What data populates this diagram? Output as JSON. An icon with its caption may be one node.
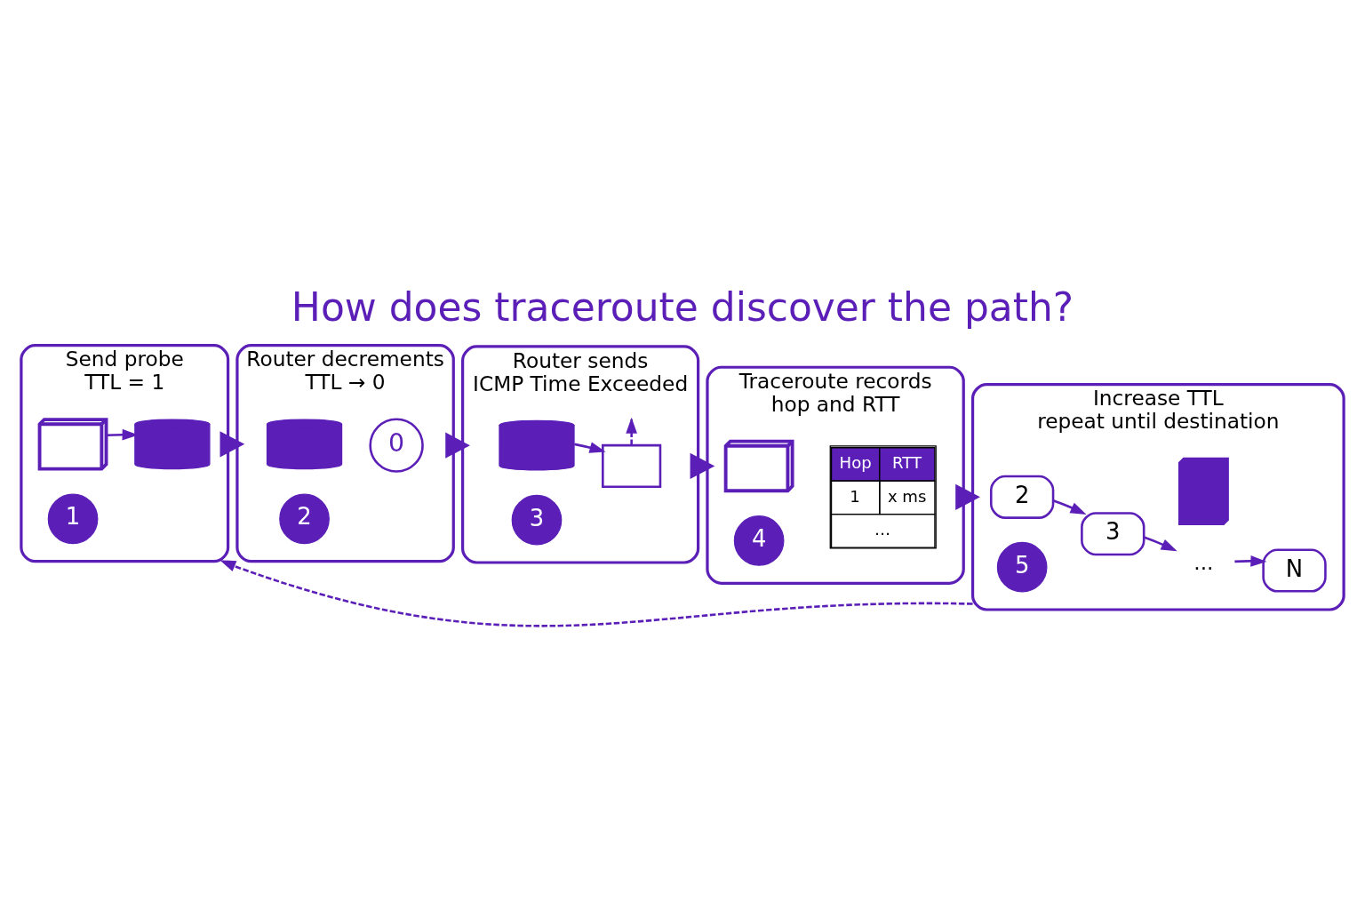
{
  "diagram": {
    "title": "How does traceroute discover the path?",
    "nodes": [
      {
        "text": [
          "Send probe",
          "TTL = 1"
        ]
      },
      {
        "text": [
          "1"
        ],
        "in": 0
      },
      {
        "text": [],
        "shape": "laptop",
        "in": 0
      },
      {
        "text": [],
        "shape": "router",
        "in": 0
      },
      {
        "text": [
          "Router decrements",
          "TTL → 0"
        ]
      },
      {
        "text": [
          "2"
        ],
        "in": 4
      },
      {
        "text": [],
        "shape": "router",
        "in": 4
      },
      {
        "text": [
          "0"
        ],
        "in": 4
      },
      {
        "text": [
          "Router sends",
          "ICMP Time Exceeded"
        ]
      },
      {
        "text": [
          "3"
        ],
        "in": 8
      },
      {
        "text": [],
        "shape": "router",
        "in": 8
      },
      {
        "text": [],
        "shape": "envelope",
        "in": 8
      },
      {
        "text": [
          "Traceroute records",
          "hop and RTT"
        ]
      },
      {
        "text": [
          "4"
        ],
        "in": 12
      },
      {
        "text": [],
        "shape": "laptop",
        "in": 12
      },
      {
        "text": [
          "Hop",
          "RTT",
          "1",
          "x ms",
          "…"
        ],
        "in": 12
      },
      {
        "text": [
          "Increase TTL",
          "repeat until destination"
        ]
      },
      {
        "text": [
          "5"
        ],
        "in": 16
      },
      {
        "text": [
          "2"
        ],
        "in": 16
      },
      {
        "text": [
          "3"
        ],
        "in": 16
      },
      {
        "text": [
          "···"
        ],
        "in": 16
      },
      {
        "text": [
          "N"
        ],
        "in": 16
      },
      {
        "text": [],
        "shape": "server",
        "in": 16
      }
    ],
    "edges": [
      {
        "from": 2,
        "to": 3,
        "arrow": "to"
      },
      {
        "from": 10,
        "to": 11,
        "arrow": "to"
      },
      {
        "from": 11,
        "to": null,
        "arrow": "to",
        "style": "dashed"
      },
      {
        "from": 18,
        "to": 19,
        "arrow": "to"
      },
      {
        "from": 19,
        "to": 20,
        "arrow": "to"
      },
      {
        "from": 20,
        "to": 21,
        "arrow": "to"
      },
      {
        "from": 0,
        "to": 4,
        "arrow": "to",
        "style": "thick"
      },
      {
        "from": 4,
        "to": 8,
        "arrow": "to",
        "style": "thick"
      },
      {
        "from": 8,
        "to": 12,
        "arrow": "to",
        "style": "thick"
      },
      {
        "from": 12,
        "to": 16,
        "arrow": "to",
        "style": "thick"
      },
      {
        "from": 16,
        "to": 0,
        "arrow": "to",
        "style": "dashed"
      }
    ]
  }
}
